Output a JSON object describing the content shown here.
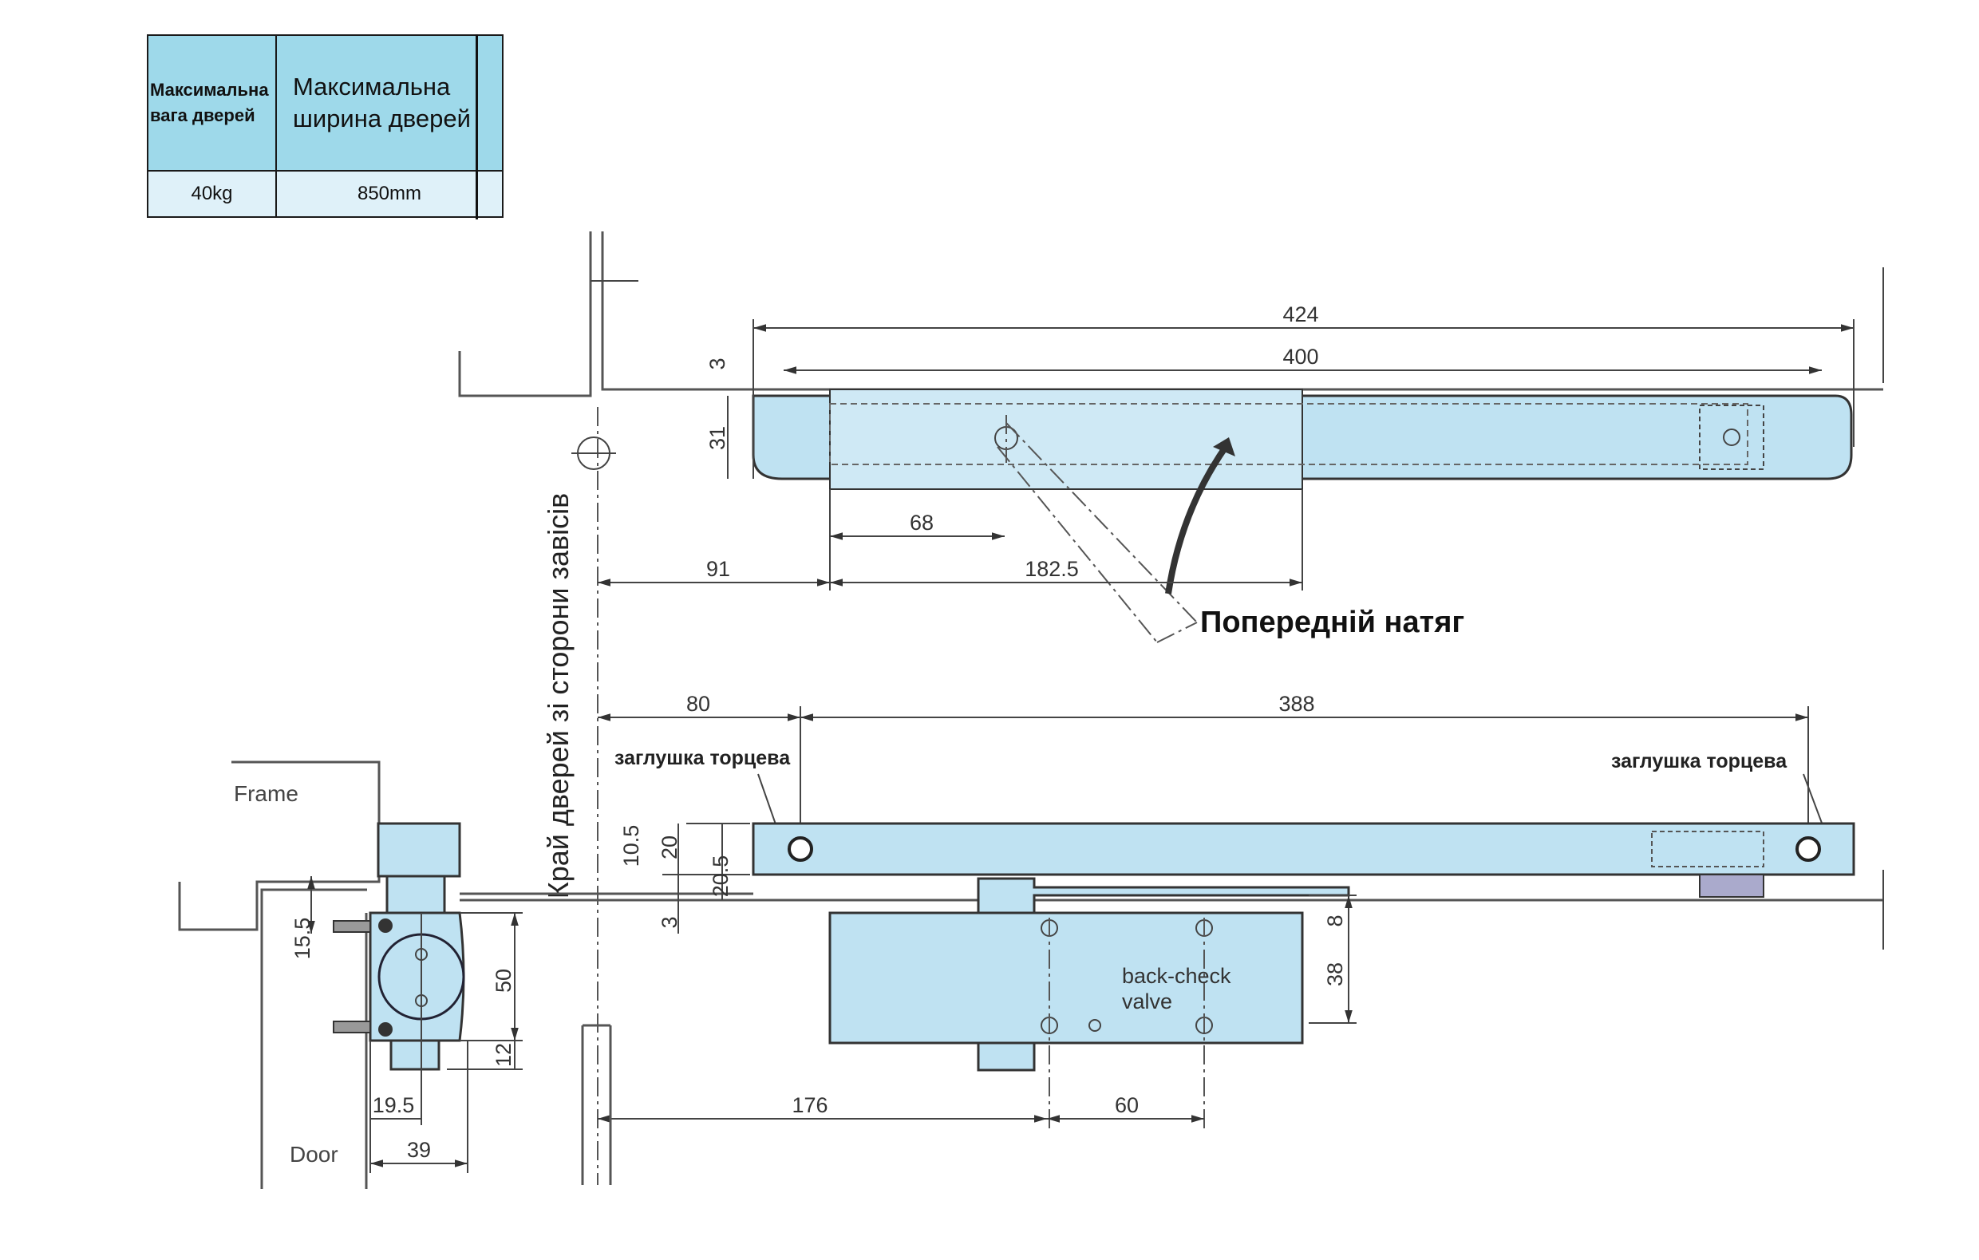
{
  "spec_table": {
    "headers": [
      "Максимальна вага дверей",
      "Максимальна ширина дверей"
    ],
    "values": [
      "40kg",
      "850mm"
    ]
  },
  "labels": {
    "door_edge_hinge_side": "Край дверей зі сторони завісів",
    "pretension": "Попередній натяг",
    "end_cap_left": "заглушка торцева",
    "end_cap_right": "заглушка торцева",
    "back_check_line1": "back-check",
    "back_check_line2": "valve",
    "frame": "Frame",
    "door": "Door"
  },
  "dimensions": {
    "top_overall": "424",
    "top_rail": "400",
    "top_gap": "3",
    "top_height": "31",
    "top_68": "68",
    "top_91": "91",
    "top_182_5": "182.5",
    "bottom_80": "80",
    "bottom_388": "388",
    "bottom_10_5": "10.5",
    "bottom_20": "20",
    "bottom_20_5": "20.5",
    "bottom_3": "3",
    "bottom_8": "8",
    "bottom_38": "38",
    "bottom_176": "176",
    "bottom_60": "60",
    "side_15_5": "15.5",
    "side_50": "50",
    "side_12": "12",
    "side_19_5": "19.5",
    "side_39": "39"
  }
}
